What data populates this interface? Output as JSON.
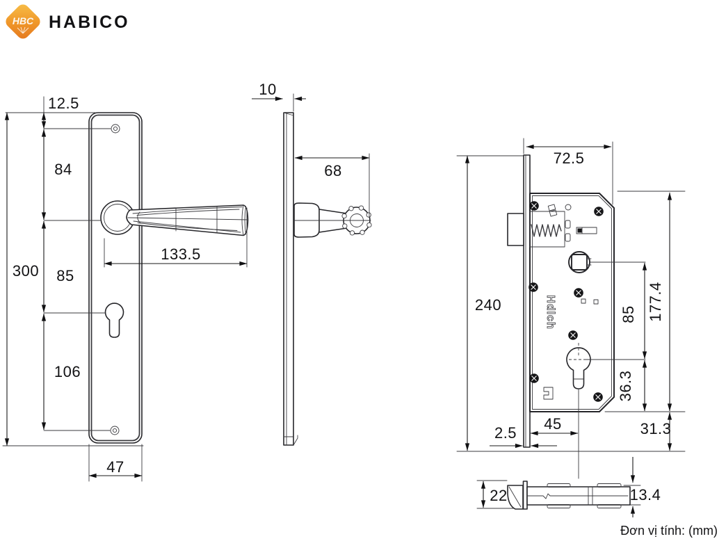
{
  "header": {
    "brand": "HABICO",
    "logo_monogram": "HBC"
  },
  "footer": {
    "unit_note": "Đơn vị tính: (mm)"
  },
  "front": {
    "title": "handle plate front view",
    "dims": {
      "top_offset": "12.5",
      "screw_to_handle": "84",
      "plate_height": "300",
      "handle_to_keyhole": "85",
      "keyhole_to_screw": "106",
      "handle_length": "133.5",
      "plate_width": "47"
    }
  },
  "side": {
    "title": "handle plate side view",
    "dims": {
      "plate_thickness": "10",
      "handle_projection": "68"
    }
  },
  "lock": {
    "title": "mortise lock body view",
    "brand_mark": "Hdlch",
    "dims": {
      "body_width": "72.5",
      "faceplate_height": "240",
      "body_height": "177.4",
      "follower_to_cylinder": "85",
      "cylinder_to_bottom": "36.3",
      "backset": "45",
      "faceplate_thickness": "2.5",
      "bottom_offset": "31.3"
    }
  },
  "latch": {
    "title": "latch bolt detail",
    "dims": {
      "head_height": "22",
      "bolt_height": "13.4"
    }
  }
}
